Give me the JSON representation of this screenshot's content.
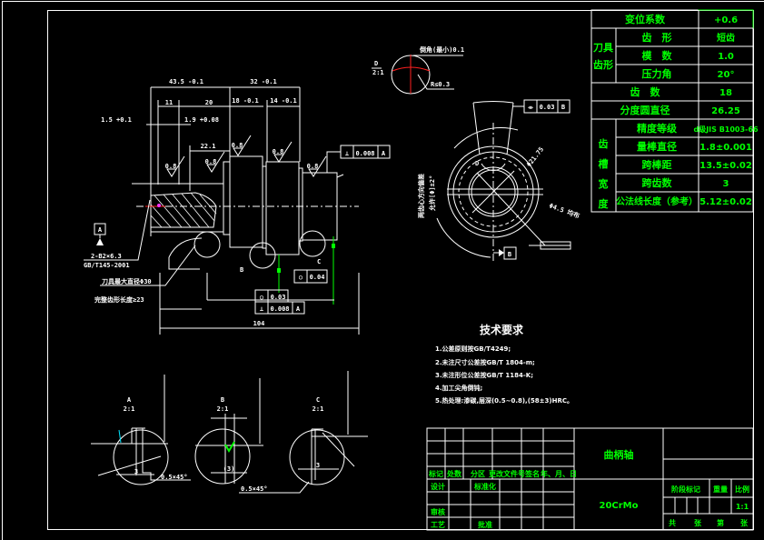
{
  "drawing": {
    "part_name": "曲柄轴",
    "material": "20CrMo",
    "scale": "1:1",
    "colors": {
      "background": "#000000",
      "lines": "#ffffff",
      "table_text": "#00ff00",
      "highlight": "#ff2020",
      "accent_cyan": "#00e5ff"
    }
  },
  "gear_table": {
    "rows": [
      {
        "label": "变位系数",
        "value": "+0.6"
      },
      {
        "group": "刀具齿形",
        "label": "齿　形",
        "value": "短齿"
      },
      {
        "group": "刀具齿形",
        "label": "模　数",
        "value": "1.0"
      },
      {
        "group": "刀具齿形",
        "label": "压力角",
        "value": "20°"
      },
      {
        "label": "齿　数",
        "value": "18"
      },
      {
        "label": "分度圆直径",
        "value": "26.25"
      },
      {
        "group": "齿槽宽度",
        "label": "精度等级",
        "value": "d级JIS B1003-66"
      },
      {
        "group": "齿槽宽度",
        "label": "量棒直径",
        "value": "1.8±0.001"
      },
      {
        "group": "齿槽宽度",
        "label": "跨棒距",
        "value": "13.5±0.02"
      },
      {
        "group": "齿槽宽度",
        "label": "跨齿数",
        "value": "3"
      },
      {
        "group": "齿槽宽度",
        "label": "公法线长度（参考）",
        "value": "5.12±0.02"
      }
    ],
    "group_labels": {
      "cutter": "刀具齿形",
      "width": "齿槽宽度"
    }
  },
  "tech_requirements": {
    "title": "技术要求",
    "items": [
      "1.公差原则按GB/T4249;",
      "2.未注尺寸公差按GB/T 1804-m;",
      "3.未注形位公差按GB/T 1184-K;",
      "4.加工尖角倒钝;",
      "5.热处理:渗碳,层深(0.5~0.8),(58±3)HRC。"
    ]
  },
  "title_block": {
    "header_row": [
      "标记",
      "处数",
      "分区",
      "更改文件号",
      "签名",
      "年、月、日"
    ],
    "design": "设计",
    "standardize": "标准化",
    "review": "审核",
    "process": "工艺",
    "approve": "批准",
    "stage_mark": "阶段标记",
    "weight": "重量",
    "scale_label": "比例",
    "sheet_info": [
      "共",
      "张",
      "第",
      "张"
    ]
  },
  "annotations": {
    "dims_top": [
      "43.5 -0.1",
      "32 -0.1",
      "11",
      "20",
      "18 -0.1",
      "14 -0.1",
      "1.5 +0.1",
      "1.9 +0.08",
      "22.1"
    ],
    "roughness": [
      "0.8",
      "0.8",
      "0.8",
      "0.8",
      "0.8"
    ],
    "overall_length": "104",
    "spline_note": [
      "2-B2×6.3",
      "GB/T145-2001"
    ],
    "cutter_note": "刀具最大直径Φ30",
    "spline_length_note": "完整齿形长度≥23",
    "tol_frames": [
      {
        "symbol": "⊥",
        "value": "0.008",
        "datum": "A"
      },
      {
        "symbol": "○",
        "value": "0.03",
        "datum": ""
      },
      {
        "symbol": "⊥",
        "value": "0.008",
        "datum": "A"
      },
      {
        "symbol": "○",
        "value": "0.04",
        "datum": ""
      },
      {
        "symbol": "⌯",
        "value": "0.03",
        "datum": "B"
      }
    ],
    "datum_a": "A",
    "datum_b": "B",
    "section_labels": [
      "B",
      "C",
      "D"
    ],
    "detail_tip": [
      "倒角(最小)0.1",
      "R≤0.3"
    ],
    "detail_scale": "2:1",
    "detail_d_label": "D",
    "spline_view_notes": [
      "两齿心方向偏差",
      "允许[Φ]±2°",
      "Φ21.75",
      "Φ4.5 均布"
    ],
    "details": [
      {
        "id": "A",
        "scale": "2:1",
        "chamfer": "0.5×45°",
        "width": "3"
      },
      {
        "id": "B",
        "scale": "2:1",
        "chamfer": "",
        "width": "(3)"
      },
      {
        "id": "C",
        "scale": "2:1",
        "chamfer": "0.5×45°",
        "width": "3"
      }
    ]
  }
}
